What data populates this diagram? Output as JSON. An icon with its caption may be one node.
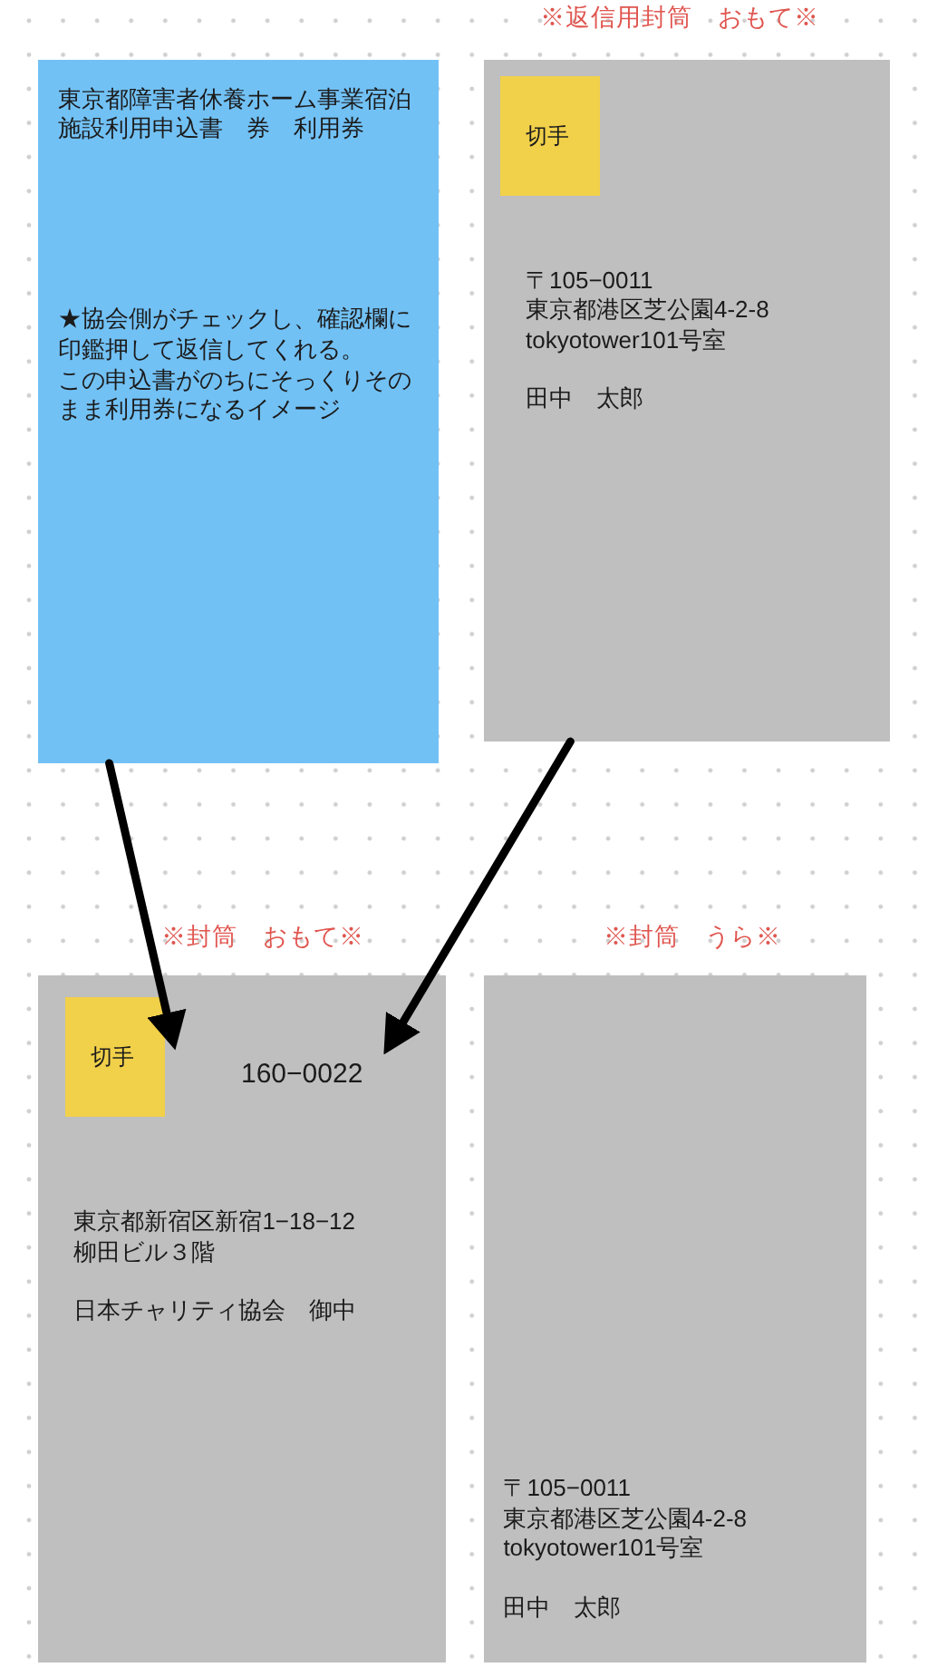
{
  "diagram": {
    "nodes": [
      {
        "text": [
          "東京都障害者休養ホーム事業宿泊施設利用申込書　券　利用券",
          "★協会側がチェックし、確認欄に印鑑押して返信してくれる。",
          "この申込書がのちにそっくりそのまま利用券になるイメージ"
        ]
      },
      {
        "text": [
          "※返信用封筒　おもて※",
          "〒105−0011",
          "東京都港区芝公園4-2-8",
          "tokyotower101号室",
          "田中　太郎"
        ]
      },
      {
        "text": [
          "切手"
        ],
        "in": 1
      },
      {
        "text": [
          "※封筒　おもて※",
          "160−0022",
          "東京都新宿区新宿1−18−12",
          "柳田ビル３階",
          "日本チャリティ協会　御中"
        ]
      },
      {
        "text": [
          "切手"
        ],
        "in": 3
      },
      {
        "text": [
          "※封筒　うら※",
          "〒105−0011",
          "東京都港区芝公園4-2-8",
          "tokyotower101号室",
          "田中　太郎"
        ]
      }
    ],
    "edges": [
      {
        "from": 0,
        "to": 4,
        "arrow": "to"
      },
      {
        "from": 1,
        "to": 3,
        "arrow": "to"
      }
    ]
  }
}
